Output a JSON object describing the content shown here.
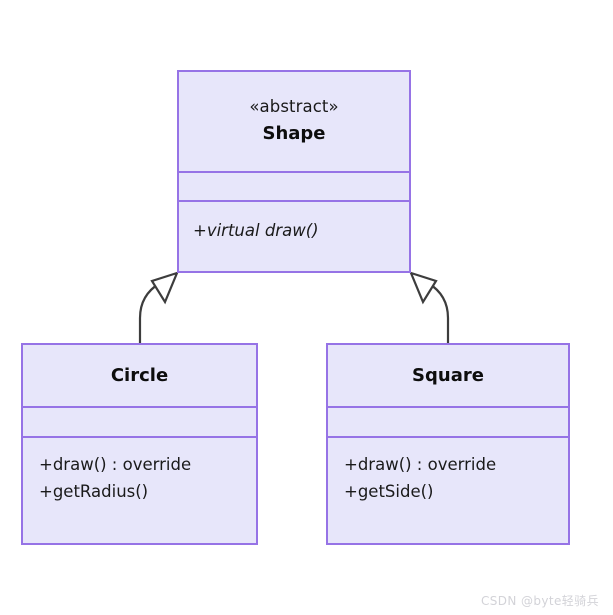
{
  "diagram": {
    "kind": "uml-class-diagram",
    "background_color": "#ffffff",
    "box_fill_color": "#e7e6fa",
    "box_border_color": "#9673e6",
    "connector_color": "#3d3d3d",
    "classes": [
      {
        "id": "shape",
        "stereotype": "«abstract»",
        "name": "Shape",
        "attributes": [],
        "methods": [
          {
            "text": "+virtual draw()",
            "italic": true
          }
        ]
      },
      {
        "id": "circle",
        "stereotype": "",
        "name": "Circle",
        "attributes": [],
        "methods": [
          {
            "text": "+draw() : override",
            "italic": false
          },
          {
            "text": "+getRadius()",
            "italic": false
          }
        ]
      },
      {
        "id": "square",
        "stereotype": "",
        "name": "Square",
        "attributes": [],
        "methods": [
          {
            "text": "+draw() : override",
            "italic": false
          },
          {
            "text": "+getSide()",
            "italic": false
          }
        ]
      }
    ],
    "relationships": [
      {
        "type": "generalization",
        "from": "circle",
        "to": "shape",
        "arrowhead": "hollow-triangle",
        "label": ""
      },
      {
        "type": "generalization",
        "from": "square",
        "to": "shape",
        "arrowhead": "hollow-triangle",
        "label": ""
      }
    ]
  },
  "watermark": {
    "text": "CSDN @byte轻骑兵",
    "color": "#d3d3d8"
  }
}
